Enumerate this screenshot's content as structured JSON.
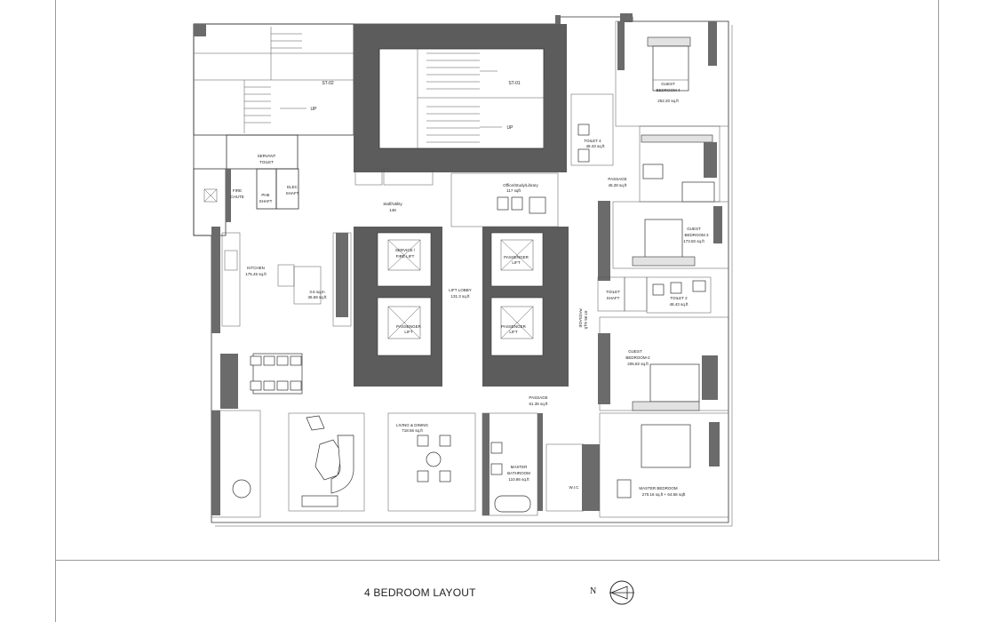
{
  "plan": {
    "title": "4 BEDROOM LAYOUT",
    "north_label": "N",
    "rooms": {
      "st02": "ST-02",
      "st01": "ST-01",
      "up": "UP",
      "servant_toilet_1": "SERVANT",
      "servant_toilet_2": "TOILET",
      "fire_chute_1": "FIRE",
      "fire_chute_2": "CHUTE",
      "phe_shaft_1": "PHE",
      "phe_shaft_2": "SHAFT",
      "elec_shaft_1": "ELEC",
      "elec_shaft_2": "SHAFT",
      "staff_utility_1": "Staff/Utility",
      "staff_utility_2": "148",
      "office_1": "Office/Study/Library",
      "office_2": "117 sqft",
      "service_lift_1": "SERVICE /",
      "service_lift_2": "FIRE LIFT",
      "passenger_lift": "PASSENGER",
      "lift": "LIFT",
      "lift_lobby_1": "LIFT LOBBY",
      "lift_lobby_2": "131.3 sq.ft",
      "kitchen_1": "KITCHEN",
      "kitchen_2": "175.45 sq.ft",
      "small_1": "3.6 sq.m",
      "small_2": "36.59 sq.ft",
      "guest4_1": "GUEST",
      "guest4_2": "BEDROOM 4",
      "guest4_3": "252.20 sq.ft",
      "toilet4_1": "TOILET 4",
      "toilet4_2": "48.43 sq.ft",
      "passage_top_1": "PASSAGE",
      "passage_top_2": "46.28 sq.ft",
      "guest3_1": "GUEST",
      "guest3_2": "BEDROOM 3",
      "guest3_3": "173.50 sq.ft",
      "toilet_shaft_1": "TOILET",
      "toilet_shaft_2": "SHAFT",
      "toilet2_1": "TOILET 2",
      "toilet2_2": "48.43 sq.ft",
      "passage_vert_1": "PASSAGE",
      "passage_vert_2": "97.95 sq.ft",
      "guest2_1": "GUEST",
      "guest2_2": "BEDROOM-2",
      "guest2_3": "206.82 sq.ft",
      "passage_mid_1": "PASSAGE",
      "passage_mid_2": "61.35 sq.ft",
      "living_1": "LIVING & DINING",
      "living_2": "718.56 sq.ft",
      "master_bath_1": "MASTER",
      "master_bath_2": "BATHROOM",
      "master_bath_3": "110.86 sq.ft",
      "wic": "W.I.C",
      "master_bed_1": "MASTER BEDROOM",
      "master_bed_2": "270.16 sq.ft + 64.58 sqft"
    }
  },
  "colors": {
    "core_walls": "#5c5c5c",
    "walls": "#6b6b6b",
    "lines": "#333333",
    "frame": "#9a9a9a"
  }
}
